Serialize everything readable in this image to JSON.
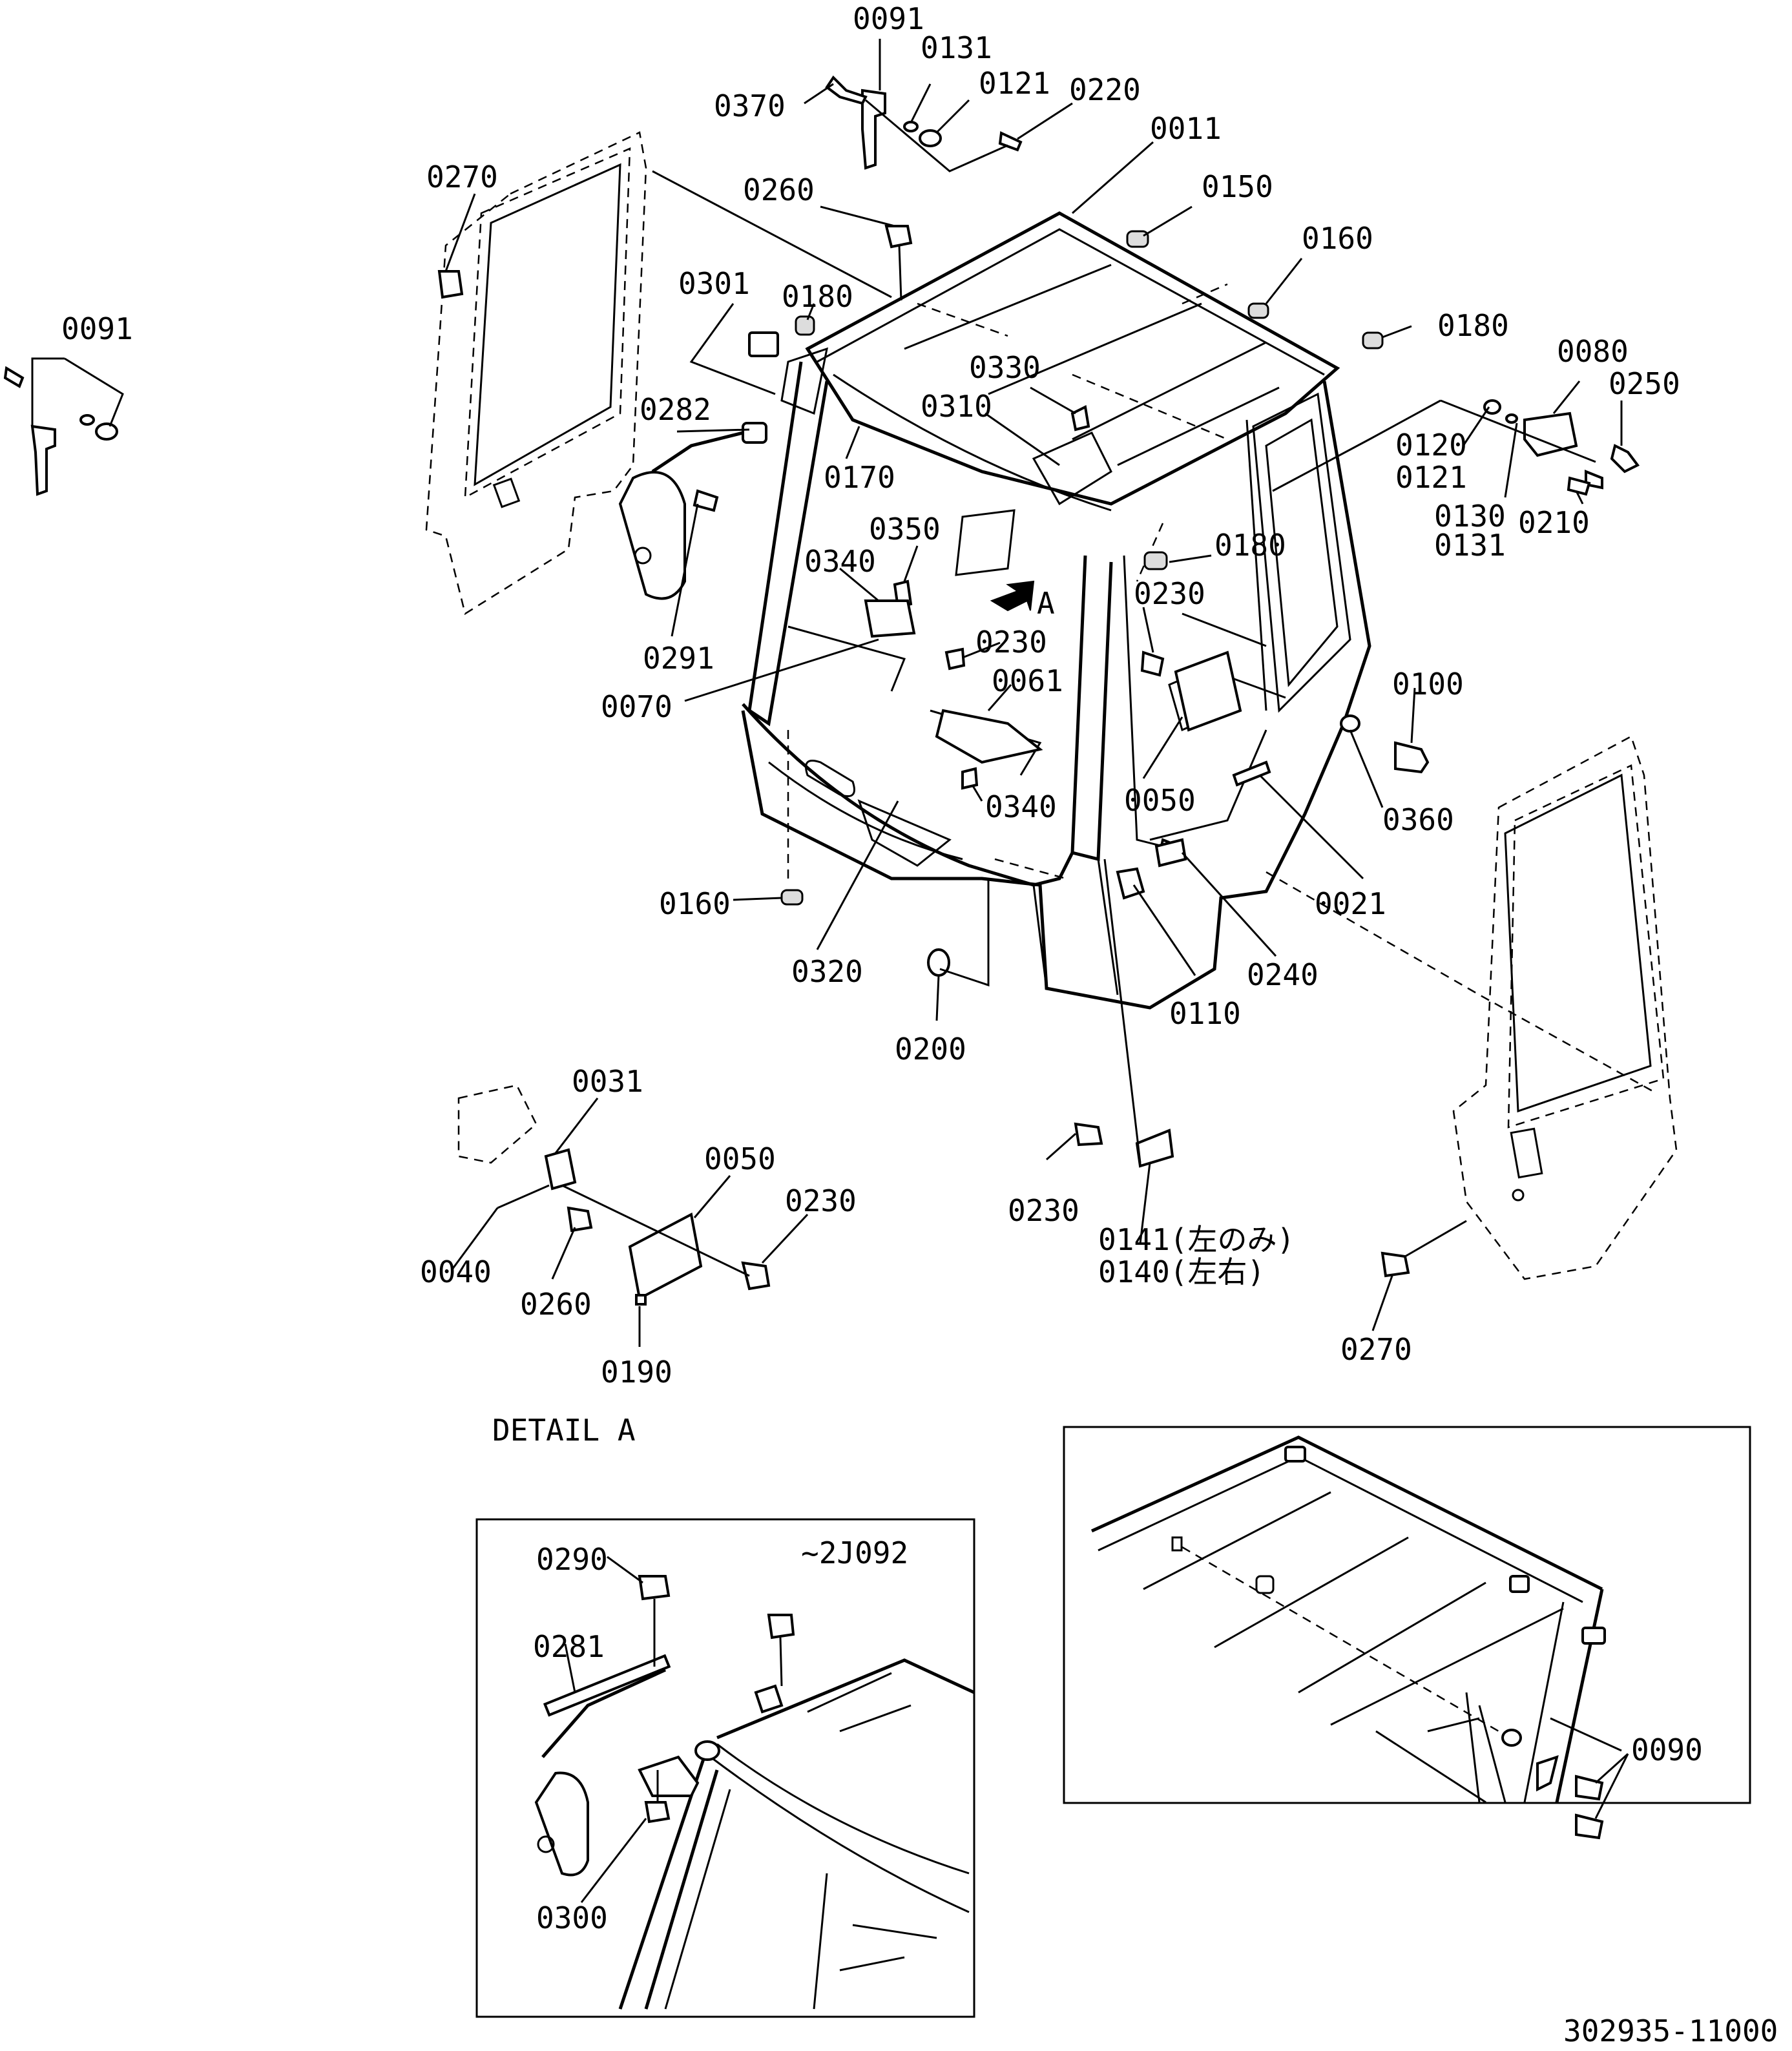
{
  "drawing_number": "302935-11000",
  "detail_a_title": "DETAIL A",
  "detail_a_serial_note": "~2J092",
  "view_arrow_label": "A",
  "labels": {
    "p0091_top": "0091",
    "p0131": "0131",
    "p0121_top": "0121",
    "p0220": "0220",
    "p0370": "0370",
    "p0011": "0011",
    "p0270_left": "0270",
    "p0260_top": "0260",
    "p0150": "0150",
    "p0160_top": "0160",
    "p0091_left": "0091",
    "p0301": "0301",
    "p0180_a": "0180",
    "p0180_b": "0180",
    "p0080": "0080",
    "p0250": "0250",
    "p0330": "0330",
    "p0282": "0282",
    "p0310": "0310",
    "p0120": "0120",
    "p0121_right": "0121",
    "p0170": "0170",
    "p0130": "0130",
    "p0131_right": "0131",
    "p0210": "0210",
    "p0180_c": "0180",
    "p0350": "0350",
    "p0340_a": "0340",
    "p0230_a": "0230",
    "p0291": "0291",
    "p0230_b": "0230",
    "p0061": "0061",
    "p0100": "0100",
    "p0070": "0070",
    "p0050_a": "0050",
    "p0340_b": "0340",
    "p0360": "0360",
    "p0160_bottom": "0160",
    "p0021": "0021",
    "p0240": "0240",
    "p0320": "0320",
    "p0110": "0110",
    "p0200": "0200",
    "p0031": "0031",
    "p0050_b": "0050",
    "p0230_c": "0230",
    "p0230_d": "0230",
    "p0040": "0040",
    "p0260_bottom": "0260",
    "p0141": "0141(左のみ)",
    "p0140": "0140(左右)",
    "p0190": "0190",
    "p0270_right": "0270",
    "p0290": "0290",
    "p0281": "0281",
    "p0300": "0300",
    "p0090": "0090"
  }
}
